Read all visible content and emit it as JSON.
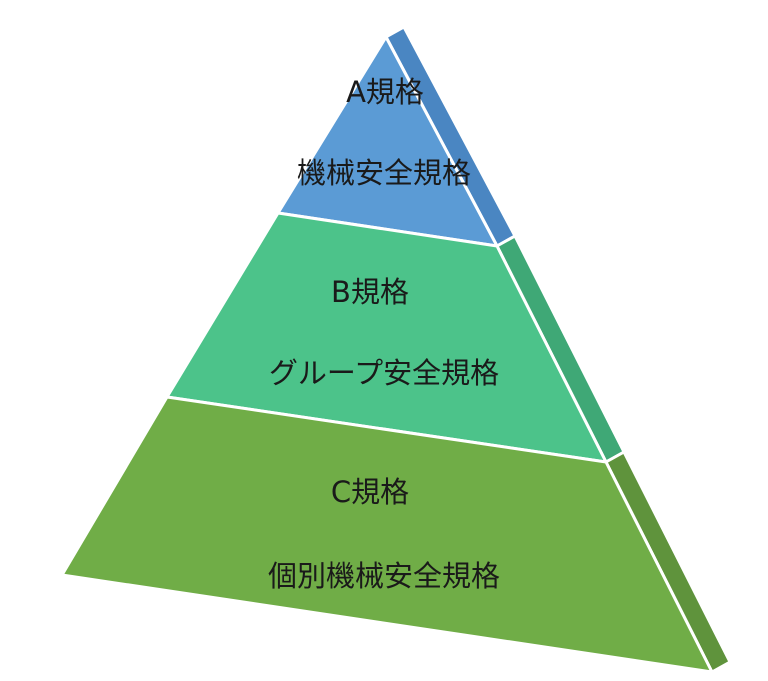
{
  "diagram": {
    "type": "pyramid",
    "tiers": [
      {
        "level": "top",
        "title": "A規格",
        "subtitle": "機械安全規格",
        "color": "#5b9bd5"
      },
      {
        "level": "middle",
        "title": "B規格",
        "subtitle": "グループ安全規格",
        "color": "#4cc38a"
      },
      {
        "level": "bottom",
        "title": "C規格",
        "subtitle": "個別機械安全規格",
        "color": "#70ad47"
      }
    ]
  }
}
